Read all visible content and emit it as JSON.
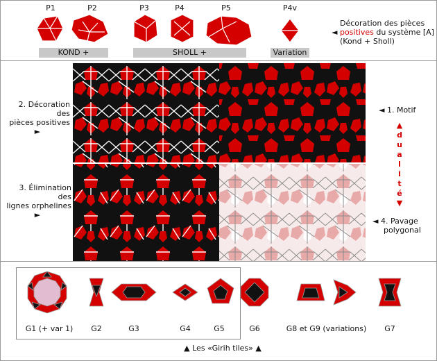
{
  "top": {
    "pieces": [
      "P1",
      "P2",
      "P3",
      "P4",
      "P5",
      "P4v"
    ],
    "bars": {
      "kond": "KOND +",
      "sholl": "SHOLL +",
      "variation": "Variation"
    },
    "description": {
      "line1": "Décoration des pièces",
      "arrow": "◄",
      "highlight": "positives",
      "line2_rest": "du système [A]",
      "line3": "(Kond + Sholl)"
    }
  },
  "middle": {
    "left_top": {
      "line1": "2. Décoration des",
      "line2": "pièces positives",
      "arrow": "►"
    },
    "left_bottom": {
      "line1": "3. Élimination des",
      "line2": "lignes orphelines",
      "arrow": "►"
    },
    "right_top": {
      "arrow": "◄",
      "text": "1. Motif"
    },
    "right_bottom": {
      "line1": "◄ 4. Pavage",
      "line2": "polygonal"
    },
    "duality": {
      "up": "▲",
      "letters": [
        "d",
        "u",
        "a",
        "l",
        "i",
        "t",
        "é"
      ],
      "down": "▼"
    }
  },
  "bottom": {
    "tiles": [
      "G1 (+ var 1)",
      "G2",
      "G3",
      "G4",
      "G5",
      "G6",
      "G8 et G9 (variations)",
      "G7"
    ],
    "caption": "▲ Les «Girih tiles» ▲"
  },
  "colors": {
    "red": "#d40000",
    "dark": "#111111",
    "pink": "#e8a9a9",
    "line": "#ffffff",
    "g1_fill": "#e2bcd0"
  }
}
